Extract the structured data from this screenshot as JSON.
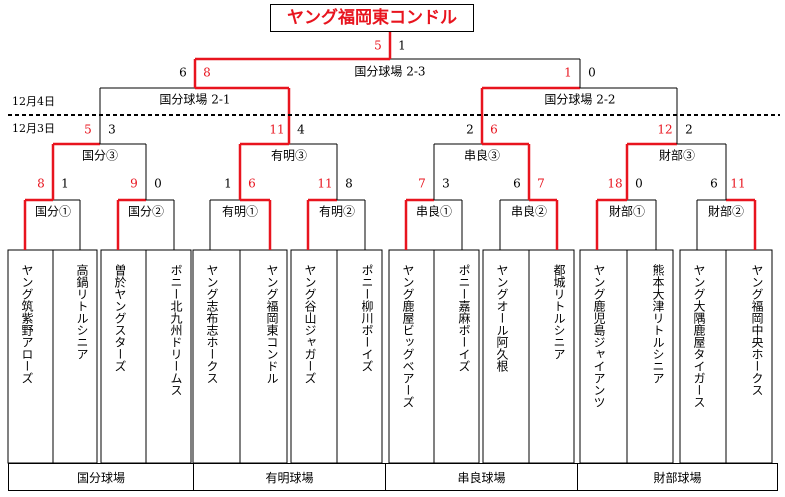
{
  "title": "ヤング福岡東コンドル",
  "dates": {
    "dec4": "12月4日",
    "dec3": "12月3日"
  },
  "teams": [
    "ヤング筑紫野アローズ",
    "高鍋リトルシニア",
    "曽於ヤングスターズ",
    "ボニー北九州ドリームス",
    "ヤング志布志ホークス",
    "ヤング福岡東コンドル",
    "ヤング谷山ジャガーズ",
    "ポニー柳川ボーイズ",
    "ヤング鹿屋ビッグベアーズ",
    "ポニー嘉麻ボーイズ",
    "ヤングオール阿久根",
    "都城リトルシニア",
    "ヤング鹿児島ジャイアンツ",
    "熊本大津リトルシニア",
    "ヤング大隅鹿屋タイガース",
    "ヤング福岡中央ホークス"
  ],
  "stadiums": [
    "国分球場",
    "有明球場",
    "串良球場",
    "財部球場"
  ],
  "r1_venues": [
    "国分①",
    "国分②",
    "有明①",
    "有明②",
    "串良①",
    "串良②",
    "財部①",
    "財部②"
  ],
  "r2_venues": [
    "国分③",
    "有明③",
    "串良③",
    "財部③"
  ],
  "r3_venues": [
    "国分球場 2-1",
    "国分球場 2-2"
  ],
  "final_venue": "国分球場 2-3",
  "r1_scores": [
    [
      "8",
      "1"
    ],
    [
      "9",
      "0"
    ],
    [
      "1",
      "6"
    ],
    [
      "11",
      "8"
    ],
    [
      "7",
      "3"
    ],
    [
      "6",
      "7"
    ],
    [
      "18",
      "0"
    ],
    [
      "6",
      "11"
    ]
  ],
  "r2_scores": [
    [
      "5",
      "3"
    ],
    [
      "11",
      "4"
    ],
    [
      "2",
      "6"
    ],
    [
      "12",
      "2"
    ]
  ],
  "r3_scores": [
    [
      "6",
      "8"
    ],
    [
      "1",
      "0"
    ]
  ],
  "final_score": [
    "5",
    "1"
  ],
  "colors": {
    "winner": "#e8141e",
    "line": "#000000"
  }
}
